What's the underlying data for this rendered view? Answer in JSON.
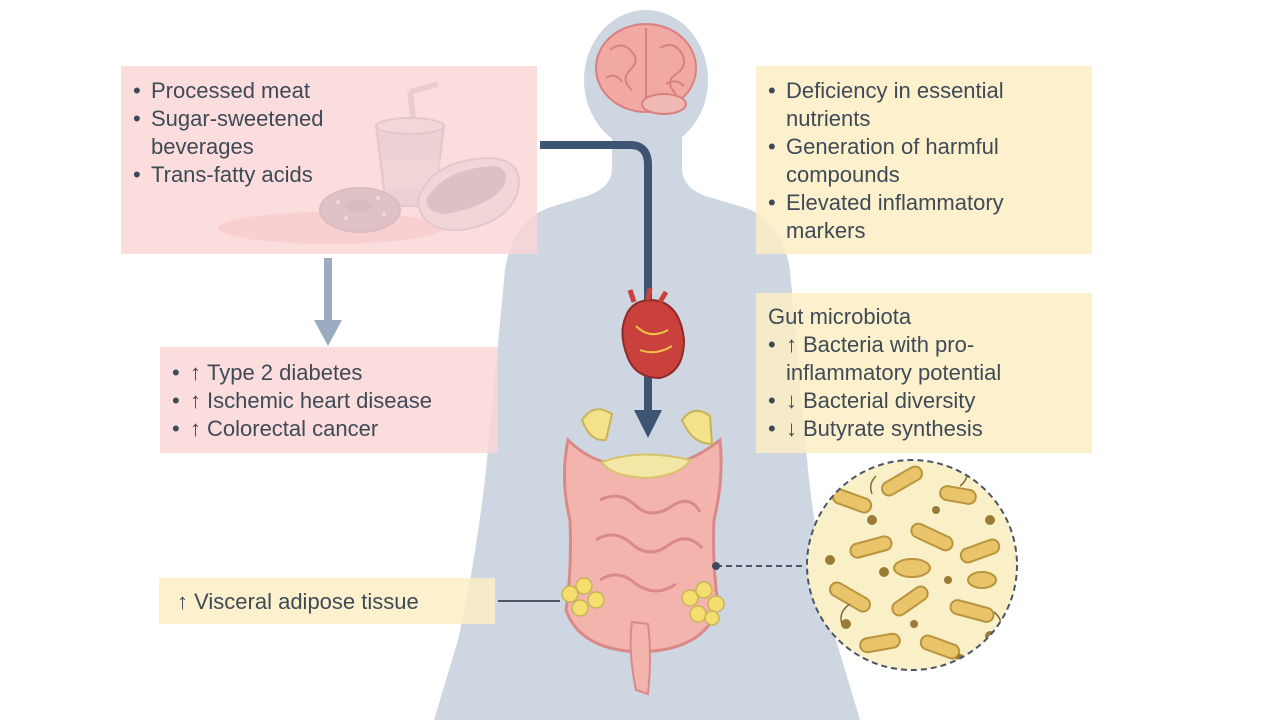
{
  "dietary_factors": {
    "items": [
      "Processed meat",
      "Sugar-sweetened beverages",
      "Trans-fatty acids"
    ]
  },
  "disease_outcomes": {
    "arrow": "↑",
    "items": [
      "Type 2 diabetes",
      "Ischemic heart disease",
      "Colorectal cancer"
    ]
  },
  "mechanisms": {
    "items": [
      "Deficiency in essential nutrients",
      "Generation of harmful compounds",
      "Elevated inflammatory markers"
    ]
  },
  "gut_microbiota": {
    "title": "Gut microbiota",
    "items": [
      {
        "arrow": "↑",
        "text": "Bacteria with pro-inflammatory potential"
      },
      {
        "arrow": "↓",
        "text": "Bacterial diversity"
      },
      {
        "arrow": "↓",
        "text": "Butyrate synthesis"
      }
    ]
  },
  "visceral": {
    "arrow": "↑",
    "text": "Visceral adipose tissue"
  },
  "colors": {
    "silhouette": "#ced6e1",
    "arrow_dark": "#3e5473",
    "arrow_light": "#9aaac0",
    "pink_box": "#fad6d6",
    "yellow_box": "#fdeec4"
  },
  "icons": [
    "brain-icon",
    "soda-cup-icon",
    "donut-icon",
    "hot-dog-icon",
    "heart-icon",
    "intestine-icon",
    "bacteria-magnifier-icon"
  ]
}
